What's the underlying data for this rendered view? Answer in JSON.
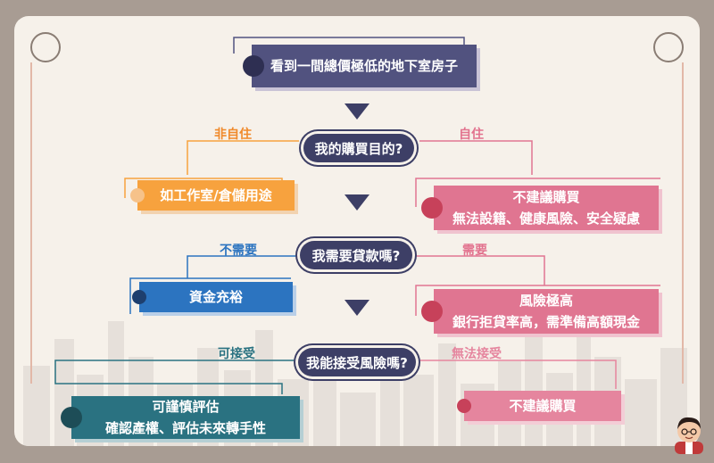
{
  "top": {
    "text": "看到一間總價極低的地下室房子"
  },
  "q1": {
    "question": "我的購買目的?",
    "left_label": "非自住",
    "right_label": "自住"
  },
  "q1_left": {
    "text": "如工作室/倉儲用途"
  },
  "q1_right": {
    "title": "不建議購買",
    "detail": "無法設籍、健康風險、安全疑慮"
  },
  "q2": {
    "question": "我需要貸款嗎?",
    "left_label": "不需要",
    "right_label": "需要"
  },
  "q2_left": {
    "text": "資金充裕"
  },
  "q2_right": {
    "title": "風險極高",
    "detail": "銀行拒貸率高，需準備高額現金"
  },
  "q3": {
    "question": "我能接受風險嗎?",
    "left_label": "可接受",
    "right_label": "無法接受"
  },
  "q3_left": {
    "title": "可謹慎評估",
    "detail": "確認產權、評估未來轉手性"
  },
  "q3_right": {
    "text": "不建議購買"
  },
  "colors": {
    "navy": "#51527f",
    "orange": "#f7a23e",
    "pink": "#e07591",
    "blue": "#2c74c0",
    "teal": "#2a7281",
    "lightpink": "#e5859e",
    "label_orange": "#f08a2c",
    "label_pink": "#e2728e",
    "label_blue": "#2c74c0",
    "label_teal": "#2a7281",
    "label_lightpink": "#e5859e"
  }
}
